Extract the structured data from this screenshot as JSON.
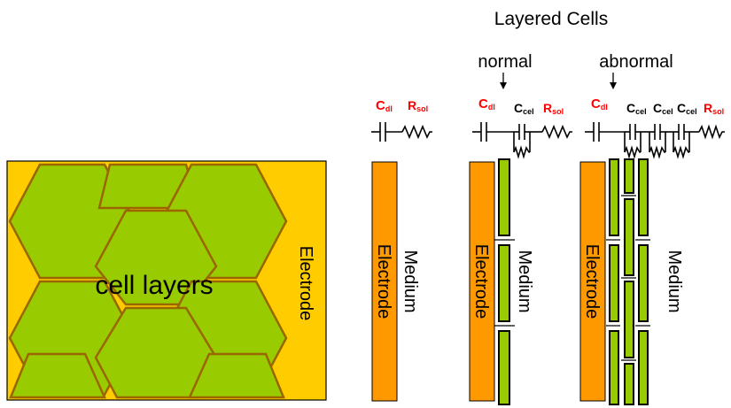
{
  "title": "Layered Cells",
  "labels": {
    "cell_layers": "cell layers",
    "electrode": "Electrode",
    "medium": "Medium",
    "normal": "normal",
    "abnormal": "abnormal"
  },
  "circuit": {
    "cdl_main": "C",
    "cdl_sub": "dl",
    "rsol_main": "R",
    "rsol_sub": "sol",
    "ccel_main": "C",
    "ccel_sub": "cel"
  },
  "colors": {
    "electrode": "#ffcc00",
    "electrode_orange": "#ff9900",
    "cell": "#99cc00",
    "cell_outline": "#996600",
    "red_label": "#ff0000"
  }
}
